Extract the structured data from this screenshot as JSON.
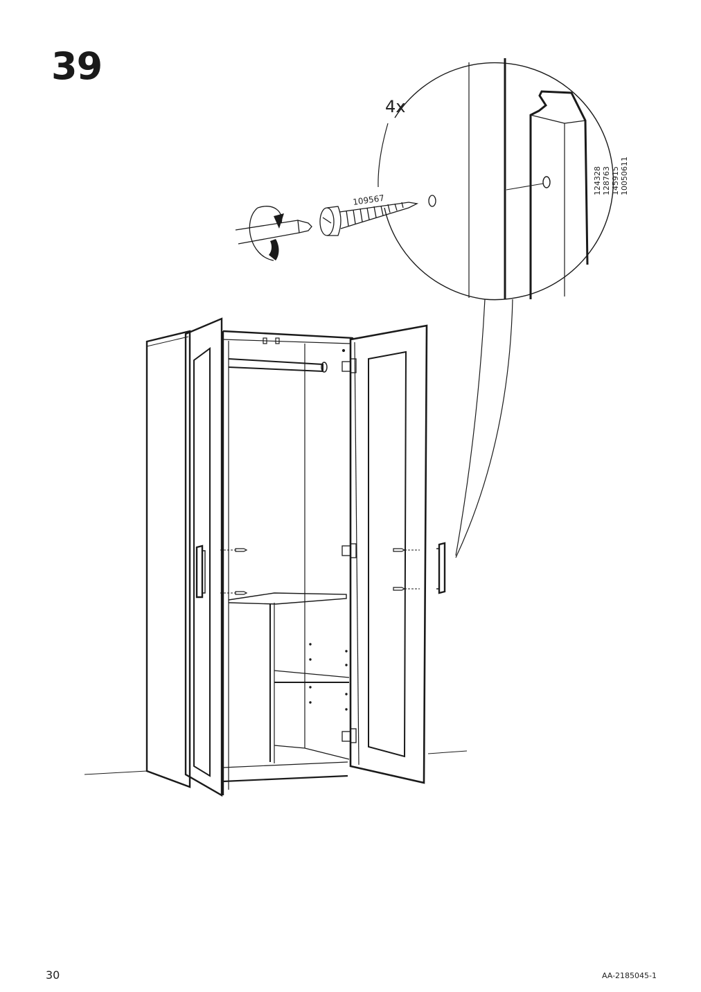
{
  "step": {
    "number": "39"
  },
  "detail": {
    "quantity": "4x",
    "screw_part_number": "109567",
    "article_numbers": [
      "124328",
      "128763",
      "145915",
      "10050611"
    ]
  },
  "icons": [
    "screwdriver-icon",
    "rotation-arrow-icon",
    "screw-icon",
    "wardrobe-illustration",
    "handle-icon",
    "hinge-icon"
  ],
  "footer": {
    "page_number": "30",
    "document_code": "AA-2185045-1"
  }
}
